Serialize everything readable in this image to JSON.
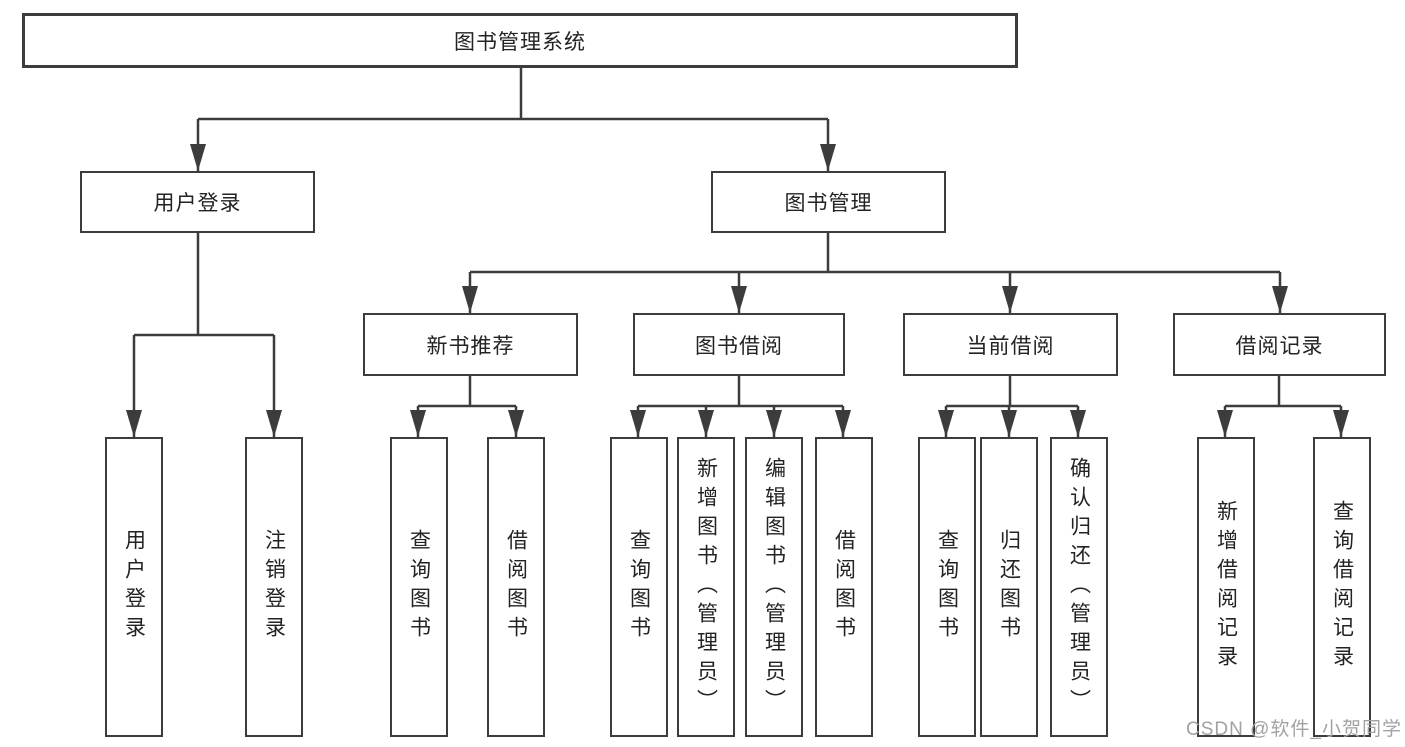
{
  "diagram": {
    "root": {
      "label": "图书管理系统"
    },
    "children": [
      {
        "label": "用户登录",
        "children": [
          {
            "label": "用户登录"
          },
          {
            "label": "注销登录"
          }
        ]
      },
      {
        "label": "图书管理",
        "children": [
          {
            "label": "新书推荐",
            "children": [
              {
                "label": "查询图书"
              },
              {
                "label": "借阅图书"
              }
            ]
          },
          {
            "label": "图书借阅",
            "children": [
              {
                "label": "查询图书"
              },
              {
                "label": "新增图书（管理员）"
              },
              {
                "label": "编辑图书（管理员）"
              },
              {
                "label": "借阅图书"
              }
            ]
          },
          {
            "label": "当前借阅",
            "children": [
              {
                "label": "查询图书"
              },
              {
                "label": "归还图书"
              },
              {
                "label": "确认归还（管理员）"
              }
            ]
          },
          {
            "label": "借阅记录",
            "children": [
              {
                "label": "新增借阅记录"
              },
              {
                "label": "查询借阅记录"
              }
            ]
          }
        ]
      }
    ]
  },
  "watermark": {
    "text": "CSDN @软件_小贺同学"
  },
  "colors": {
    "line": "#3c3c3c",
    "text": "#232323",
    "watermark": "#a2a2a2",
    "background": "#ffffff"
  }
}
